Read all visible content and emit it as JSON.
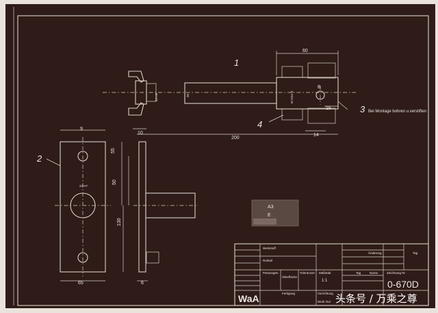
{
  "drawing": {
    "parts": {
      "p1": "1",
      "p2": "2",
      "p3": "3",
      "p4": "4"
    },
    "note": "Bei Montage bohren u.verstiften",
    "dims": {
      "d60": "60",
      "d200": "200",
      "d10": "10",
      "d15": "15",
      "d14": "14",
      "d9": "9",
      "d55": "55",
      "d50": "50",
      "d130": "130",
      "d65": "65",
      "d6": "6",
      "d8": "8",
      "hole_label": "23 H8",
      "hole2_label": "23 H7",
      "dia30": "30",
      "thread": "M 22x1,5"
    },
    "stamp": {
      "a3": "A3",
      "e": "E"
    }
  },
  "title_block": {
    "werkstoff": "Werkstoff",
    "rohteil": "Rohteil",
    "passungen": "Passungen",
    "toleranzen": "Toleranzen",
    "oberflache": "Oberfläche",
    "fertigung": "Fertigung",
    "change": "Änderung",
    "tag": "Tag",
    "name": "Name",
    "zeichnung": "Zeichnung Nr",
    "drawing_no": "0-670D",
    "massstab": "Maßstab",
    "scale": "1:1",
    "vorrichtung": "Vorrichtung",
    "firm": "WaA",
    "sub": "Work Out"
  },
  "watermark": "头条号 / 万乘之尊"
}
